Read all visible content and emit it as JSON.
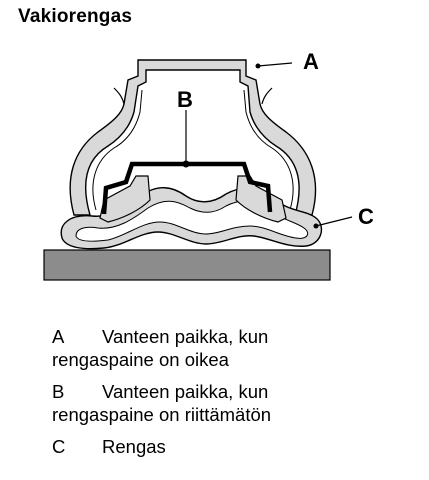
{
  "title": "Vakiorengas",
  "callouts": {
    "a": "A",
    "b": "B",
    "c": "C"
  },
  "legend": [
    {
      "letter": "A",
      "text_line1": "Vanteen paikka, kun",
      "text_line2": "rengaspaine on oikea"
    },
    {
      "letter": "B",
      "text_line1": "Vanteen paikka, kun",
      "text_line2": "rengaspaine on riittämätön"
    },
    {
      "letter": "C",
      "text_line1": "Rengas",
      "text_line2": ""
    }
  ],
  "colors": {
    "tire_fill": "#d9d9d9",
    "ground_fill": "#8c8c8c",
    "outline": "#000000"
  }
}
